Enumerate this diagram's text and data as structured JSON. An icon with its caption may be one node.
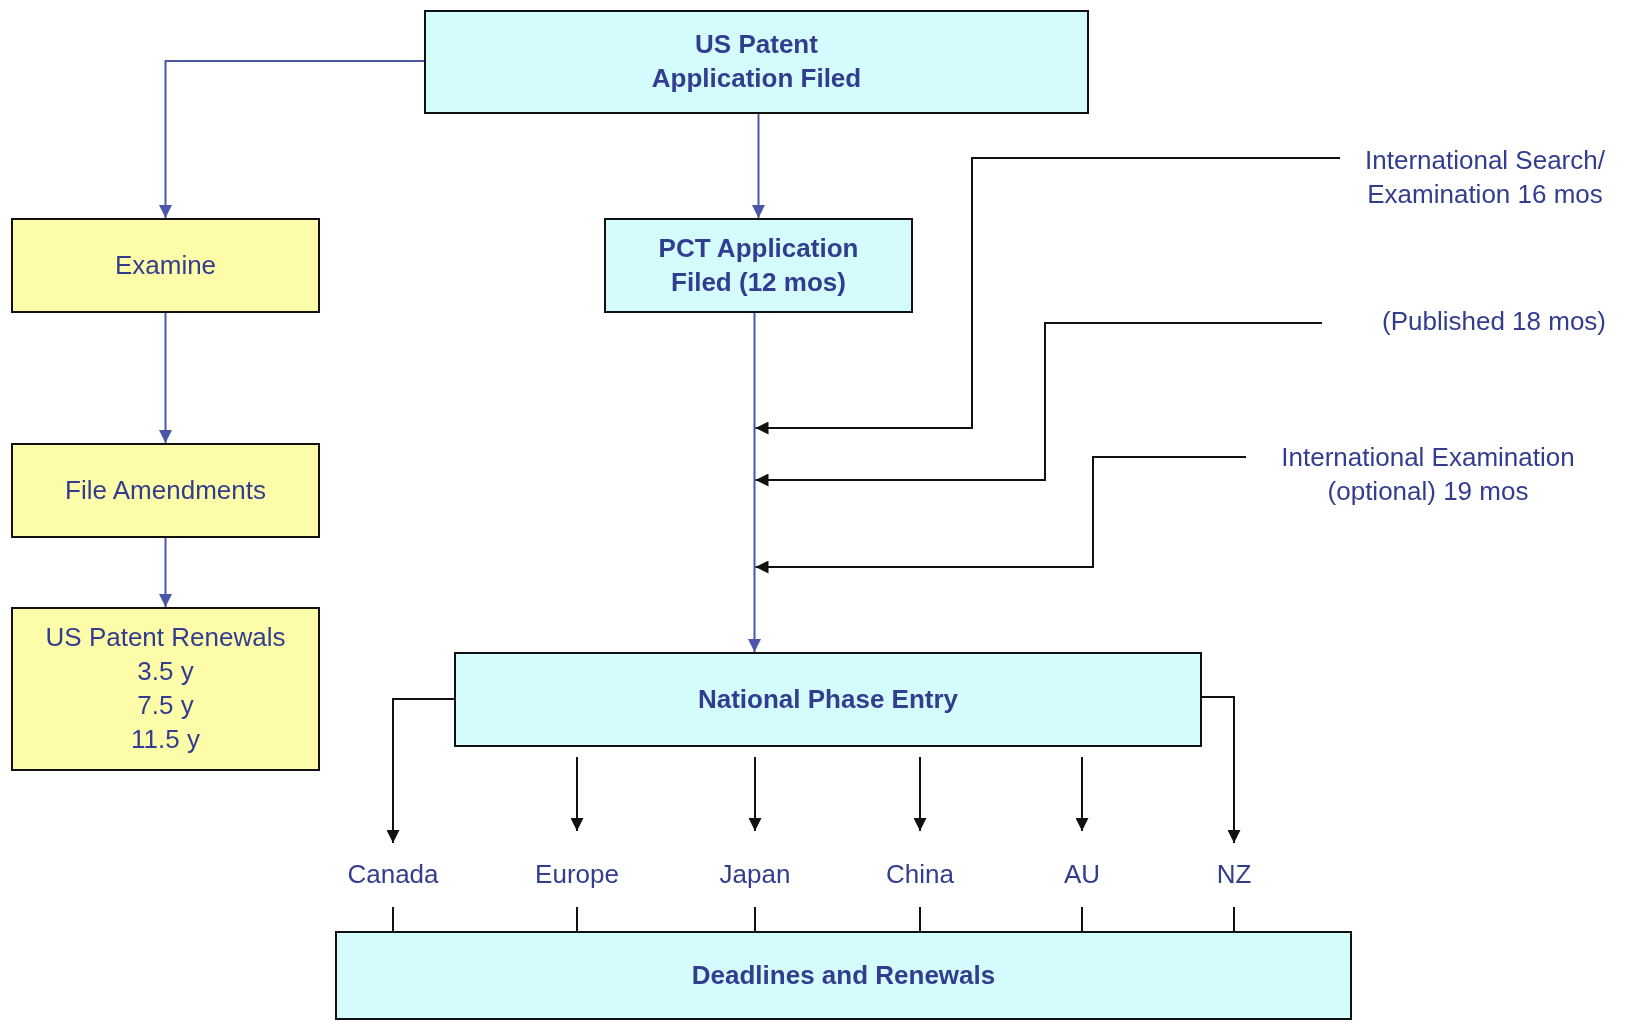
{
  "diagram": {
    "nodes": [
      {
        "text": [
          "US Patent Application Filed"
        ]
      },
      {
        "text": [
          "Examine"
        ]
      },
      {
        "text": [
          "File Amendments"
        ]
      },
      {
        "text": [
          "US Patent Renewals",
          "3.5 y",
          "7.5 y",
          "11.5 y"
        ]
      },
      {
        "text": [
          "PCT Application Filed (12 mos)"
        ]
      },
      {
        "text": [
          "International Search/ Examination 16 mos"
        ]
      },
      {
        "text": [
          "(Published 18 mos)"
        ]
      },
      {
        "text": [
          "International Examination (optional) 19 mos"
        ]
      },
      {
        "text": [
          "National Phase Entry"
        ]
      },
      {
        "text": [
          "Canada"
        ]
      },
      {
        "text": [
          "Europe"
        ]
      },
      {
        "text": [
          "Japan"
        ]
      },
      {
        "text": [
          "China"
        ]
      },
      {
        "text": [
          "AU"
        ]
      },
      {
        "text": [
          "NZ"
        ]
      },
      {
        "text": [
          "Deadlines and Renewals"
        ]
      }
    ],
    "edges": [
      {
        "from": 0,
        "to": 1,
        "arrow": "to",
        "color": "#4a56a8"
      },
      {
        "from": 1,
        "to": 2,
        "arrow": "to",
        "color": "#4a56a8"
      },
      {
        "from": 2,
        "to": 3,
        "arrow": "to",
        "color": "#4a56a8"
      },
      {
        "from": 0,
        "to": 4,
        "arrow": "to",
        "color": "#4a56a8"
      },
      {
        "from": 4,
        "to": 8,
        "arrow": "to",
        "color": "#4a56a8"
      },
      {
        "from": 5,
        "to": null,
        "arrow": "to"
      },
      {
        "from": 6,
        "to": null,
        "arrow": "to"
      },
      {
        "from": 7,
        "to": null,
        "arrow": "to"
      },
      {
        "from": 8,
        "to": 9,
        "arrow": "to"
      },
      {
        "from": 8,
        "to": 10,
        "arrow": "to"
      },
      {
        "from": 8,
        "to": 11,
        "arrow": "to"
      },
      {
        "from": 8,
        "to": 12,
        "arrow": "to"
      },
      {
        "from": 8,
        "to": 13,
        "arrow": "to"
      },
      {
        "from": 8,
        "to": 14,
        "arrow": "to"
      },
      {
        "from": 9,
        "to": 15,
        "arrow": "none"
      },
      {
        "from": 10,
        "to": 15,
        "arrow": "none"
      },
      {
        "from": 11,
        "to": 15,
        "arrow": "none"
      },
      {
        "from": 12,
        "to": 15,
        "arrow": "none"
      },
      {
        "from": 13,
        "to": 15,
        "arrow": "none"
      },
      {
        "from": 14,
        "to": 15,
        "arrow": "none"
      }
    ]
  }
}
